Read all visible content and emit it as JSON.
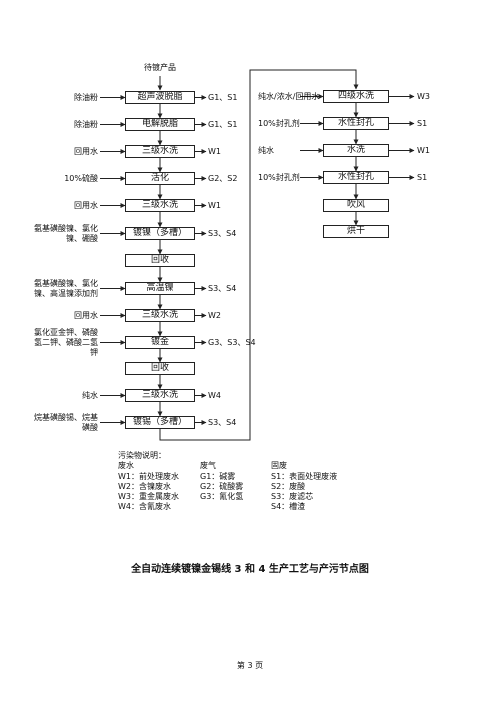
{
  "diagram": {
    "start": "待镀产品",
    "left_column": [
      {
        "label": "超声波脱脂",
        "input": "除油粉",
        "output": "G1、S1"
      },
      {
        "label": "电解脱脂",
        "input": "除油粉",
        "output": "G1、S1"
      },
      {
        "label": "三级水洗",
        "input": "回用水",
        "output": "W1"
      },
      {
        "label": "活化",
        "input": "10%硫酸",
        "output": "G2、S2"
      },
      {
        "label": "三级水洗",
        "input": "回用水",
        "output": "W1"
      },
      {
        "label": "镀镍（多槽）",
        "input": "氨基磺酸镍、氯化镍、硼酸",
        "output": "S3、S4"
      },
      {
        "label": "回收",
        "input": "",
        "output": ""
      },
      {
        "label": "高温镍",
        "input": "氨基磺酸镍、氯化镍、高温镍添加剂",
        "output": "S3、S4"
      },
      {
        "label": "三级水洗",
        "input": "回用水",
        "output": "W2"
      },
      {
        "label": "镀金",
        "input": "氯化亚金钾、磷酸氢二钾、磷酸二氢钾",
        "output": "G3、S3、S4"
      },
      {
        "label": "回收",
        "input": "",
        "output": ""
      },
      {
        "label": "三级水洗",
        "input": "纯水",
        "output": "W4"
      },
      {
        "label": "镀锡（多槽）",
        "input": "烷基磺酸锡、烷基磺酸",
        "output": "S3、S4"
      }
    ],
    "right_column": [
      {
        "label": "四级水洗",
        "input": "纯水/浓水/回用水",
        "output": "W3"
      },
      {
        "label": "水性封孔",
        "input": "10%封孔剂",
        "output": "S1"
      },
      {
        "label": "水洗",
        "input": "纯水",
        "output": "W1"
      },
      {
        "label": "水性封孔",
        "input": "10%封孔剂",
        "output": "S1"
      },
      {
        "label": "吹风",
        "input": "",
        "output": ""
      },
      {
        "label": "烘干",
        "input": "",
        "output": ""
      }
    ]
  },
  "legend": {
    "heading": "污染物说明：",
    "columns": [
      {
        "title": "废水",
        "items": [
          "W1：前处理废水",
          "W2：含镍废水",
          "W3：重金属废水",
          "W4：含氰废水"
        ]
      },
      {
        "title": "废气",
        "items": [
          "G1：碱雾",
          "G2：硫酸雾",
          "G3：氰化氢"
        ]
      },
      {
        "title": "固废",
        "items": [
          "S1：表面处理废液",
          "S2：废酸",
          "S3：废滤芯",
          "S4：槽渣"
        ]
      }
    ]
  },
  "caption": "全自动连续镀镍金锡线 3 和 4 生产工艺与产污节点图",
  "page_number": "第 3 页"
}
